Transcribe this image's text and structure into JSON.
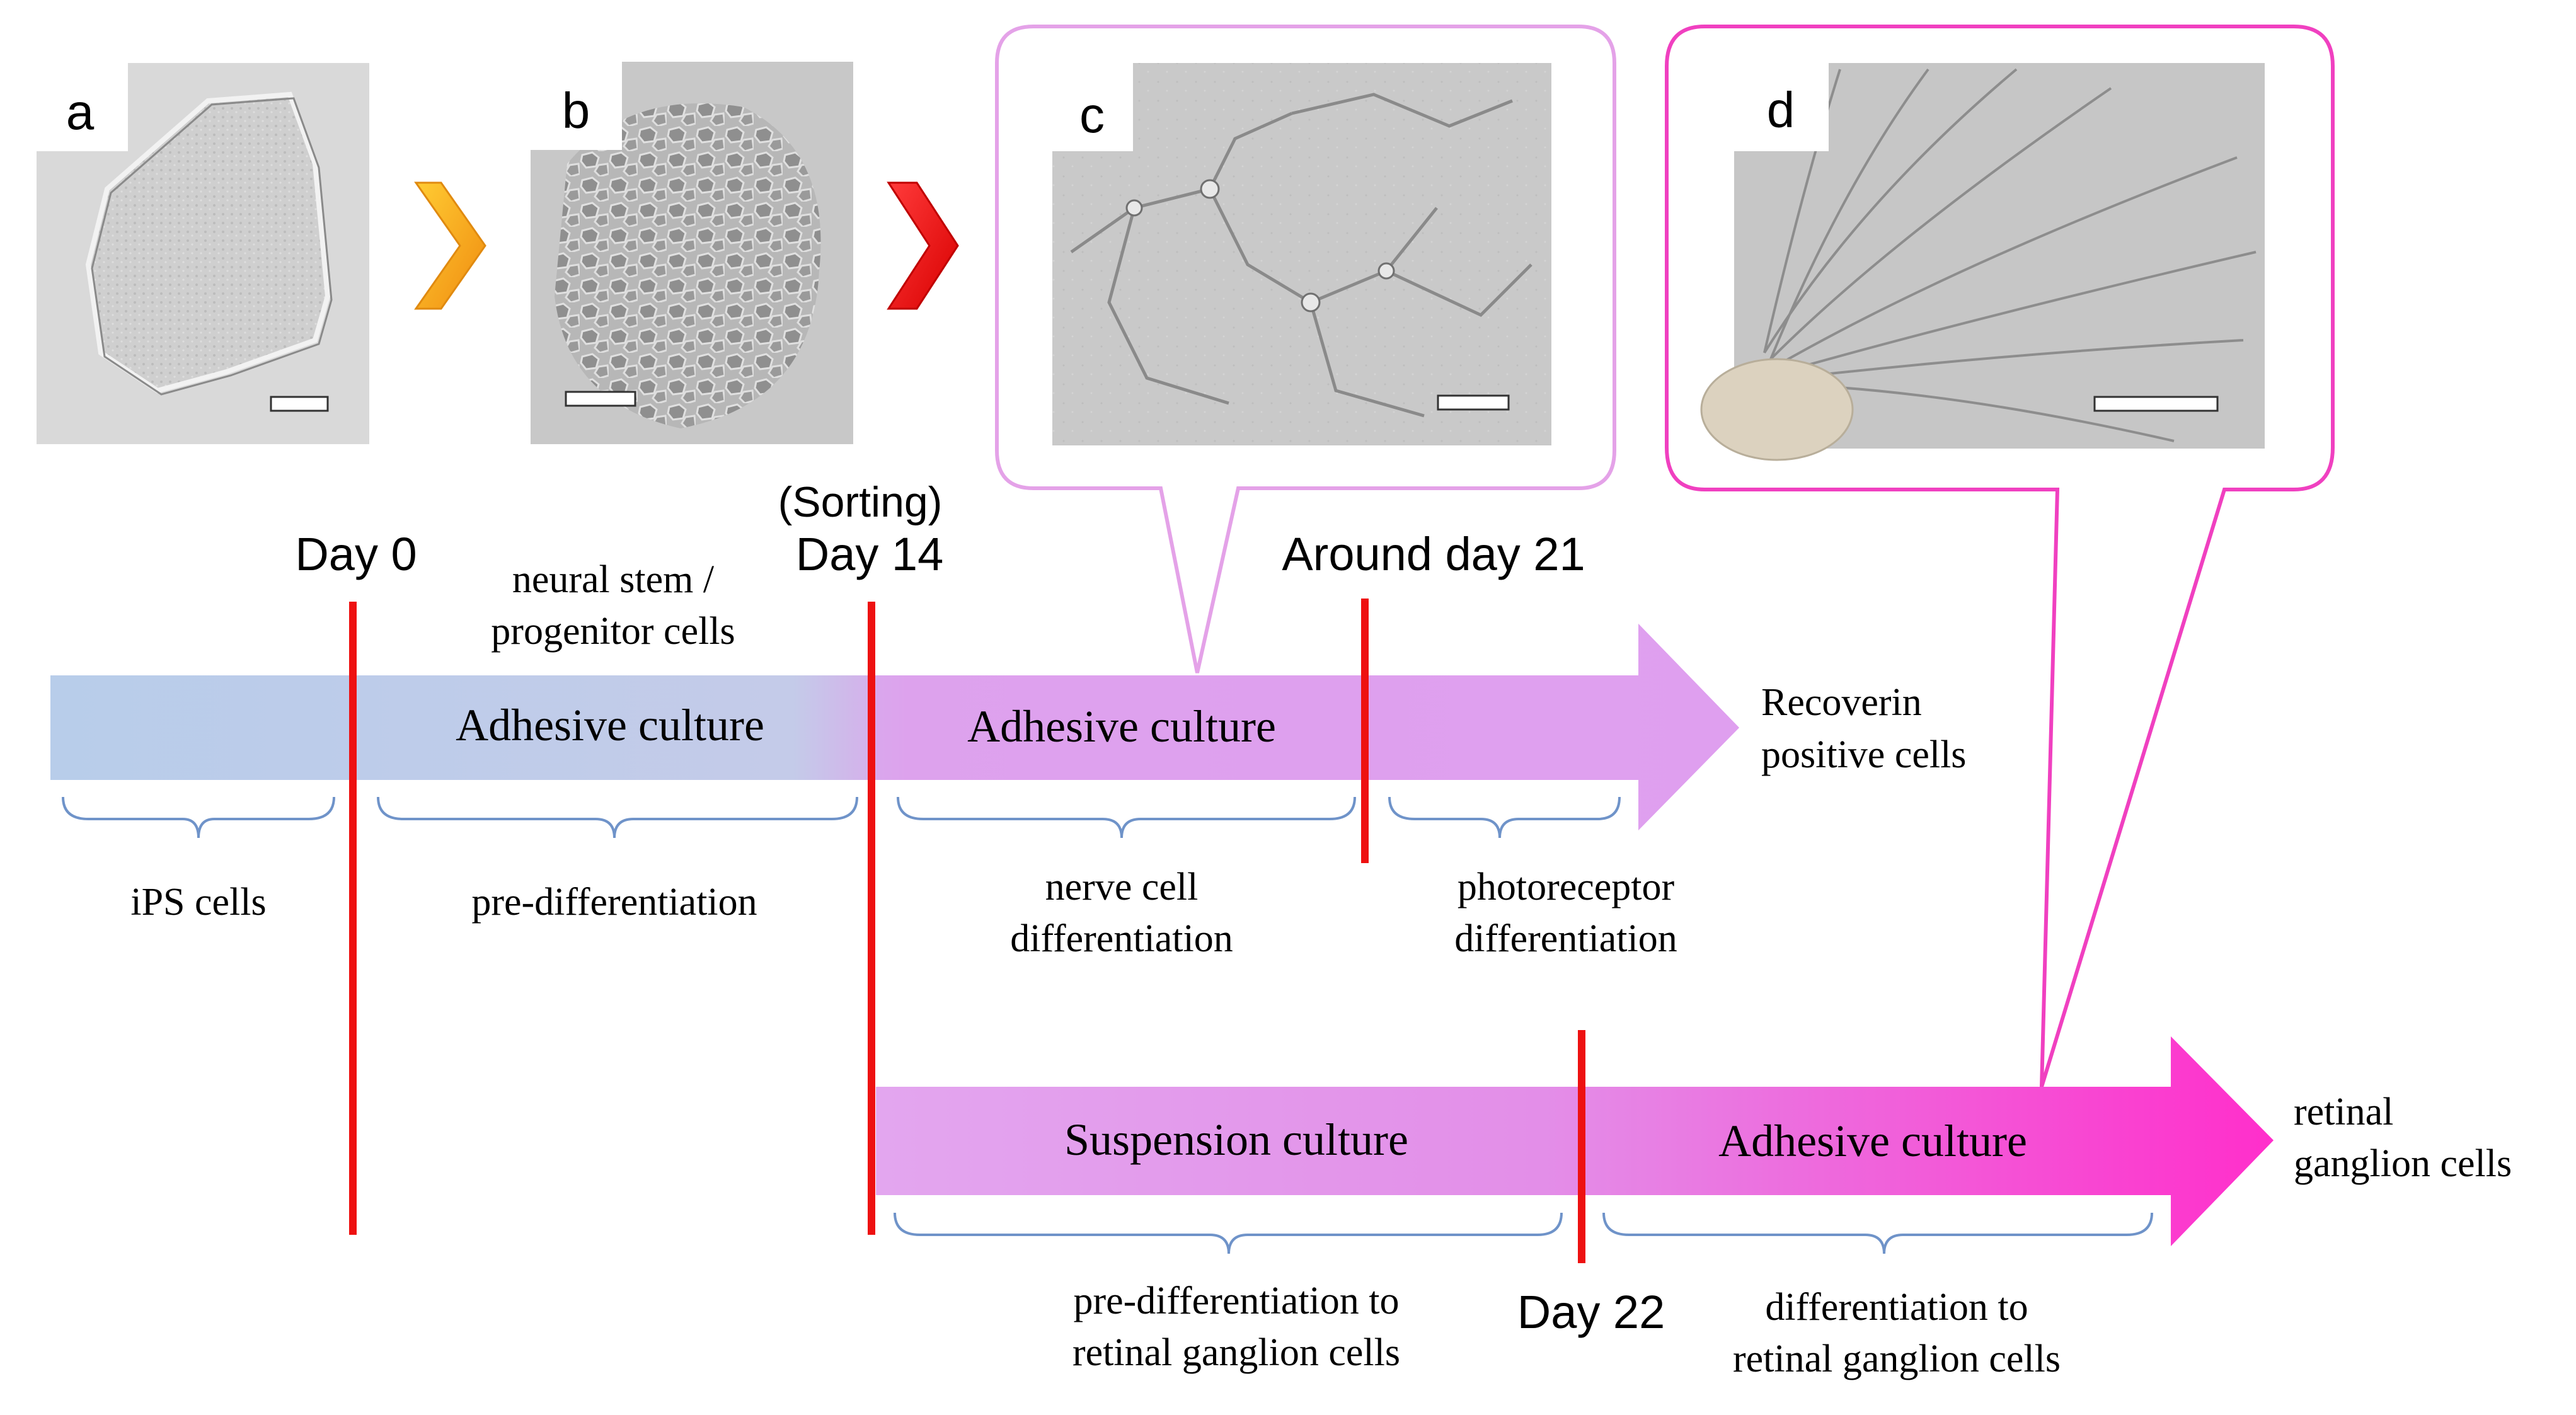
{
  "panels": {
    "a": {
      "letter": "a"
    },
    "b": {
      "letter": "b"
    },
    "c": {
      "letter": "c"
    },
    "d": {
      "letter": "d"
    }
  },
  "milestones": {
    "day0": "Day 0",
    "sorting": "(Sorting)",
    "day14": "Day 14",
    "around_day21": "Around day 21",
    "day22": "Day 22"
  },
  "top_track": {
    "stage1_line1": "neural stem /",
    "stage1_line2": "progenitor cells",
    "culture1": "Adhesive culture",
    "culture2": "Adhesive culture",
    "result_line1": "Recoverin",
    "result_line2": "positive cells",
    "brace_ips": "iPS cells",
    "brace_prediff": "pre-differentiation",
    "brace_nerve_line1": "nerve cell",
    "brace_nerve_line2": "differentiation",
    "brace_photo_line1": "photoreceptor",
    "brace_photo_line2": "differentiation"
  },
  "bottom_track": {
    "culture1": "Suspension culture",
    "culture2": "Adhesive culture",
    "result_line1": "retinal",
    "result_line2": "ganglion cells",
    "brace_prediff_line1": "pre-differentiation to",
    "brace_prediff_line2": "retinal ganglion cells",
    "brace_diff_line1": "differentiation to",
    "brace_diff_line2": "retinal ganglion cells"
  },
  "colors": {
    "top_arrow_start": "#b8cdea",
    "top_arrow_mid": "#dca4ec",
    "top_arrow_end": "#e09ef0",
    "bottom_arrow_start": "#e3a6ef",
    "bottom_arrow_end": "#ff33cc",
    "marker_red": "#ee1111",
    "chevron_orange": "#f5a623",
    "chevron_red": "#ee1111",
    "brace_blue": "#6f93c9",
    "callout_c": "#e4a2e8",
    "callout_d": "#f040c0"
  }
}
